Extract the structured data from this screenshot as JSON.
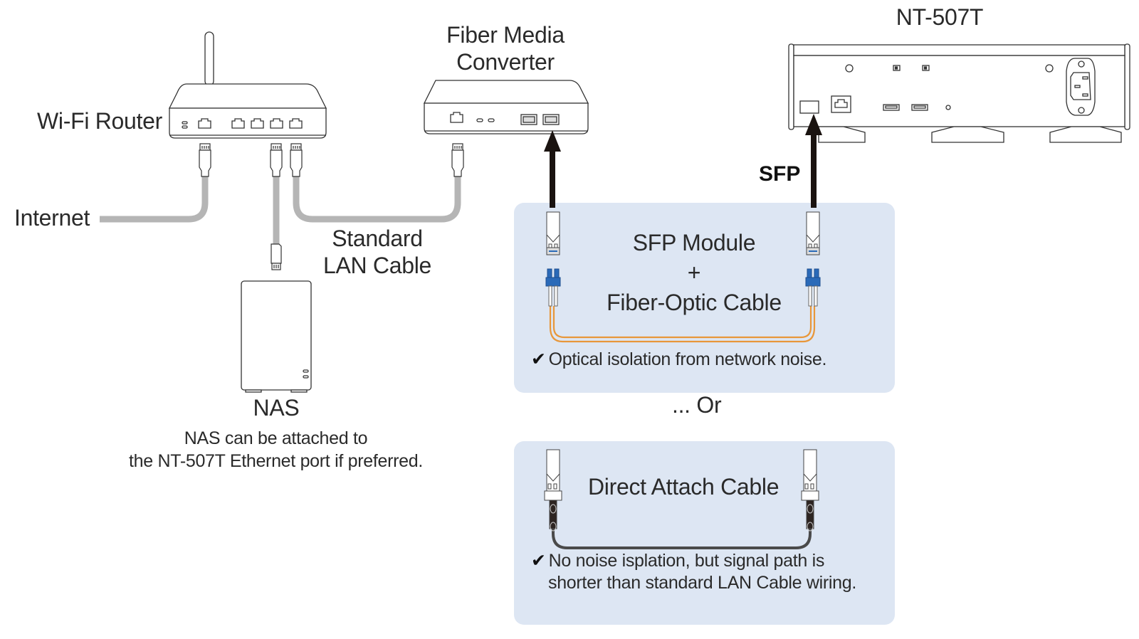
{
  "devices": {
    "router": {
      "label": "Wi-Fi Router"
    },
    "media_converter": {
      "label_line1": "Fiber Media",
      "label_line2": "Converter"
    },
    "player": {
      "label": "NT-507T"
    },
    "nas": {
      "label": "NAS",
      "note_line1": "NAS can be attached to",
      "note_line2": "the NT-507T Ethernet port if preferred."
    }
  },
  "labels": {
    "internet": "Internet",
    "lan_line1": "Standard",
    "lan_line2": "LAN Cable",
    "sfp_port": "SFP",
    "or": "... Or"
  },
  "option_fiber": {
    "title_line1": "SFP Module",
    "title_plus": "+",
    "title_line2": "Fiber-Optic Cable",
    "check": "✔",
    "note": "Optical isolation from network noise."
  },
  "option_dac": {
    "title": "Direct Attach Cable",
    "check": "✔",
    "note_line1": "No noise isplation, but signal path is",
    "note_line2": "shorter than standard LAN Cable wiring."
  },
  "colors": {
    "panel_bg": "#dde6f3",
    "lan_cable": "#b5b5b5",
    "fiber_cable": "#e8973a",
    "connector_blue": "#2a6ab8",
    "arrow": "#1a1310",
    "dac_cable": "#4a4a4a"
  }
}
